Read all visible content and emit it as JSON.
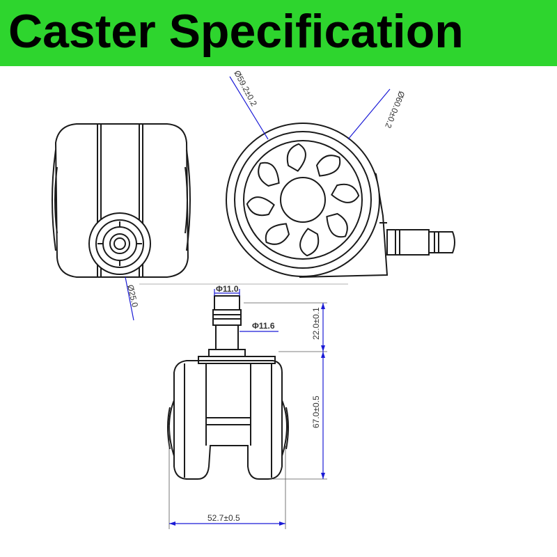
{
  "header": {
    "title": "Caster Specification",
    "background_color": "#2ed52e",
    "text_color": "#000000"
  },
  "colors": {
    "outline": "#1a1a1a",
    "dimension_line": "#1b1bd6"
  },
  "dimensions": {
    "outer_diameter": "Ø60.0±0.2",
    "inner_diameter": "Ø59.2±0.2",
    "socket_diameter": "Ø25.0",
    "stem_tip_diameter": "Φ11.0",
    "stem_diameter": "Φ11.6",
    "stem_length": "22.0±0.1",
    "body_height": "67.0±0.5",
    "body_width": "52.7±0.5"
  }
}
